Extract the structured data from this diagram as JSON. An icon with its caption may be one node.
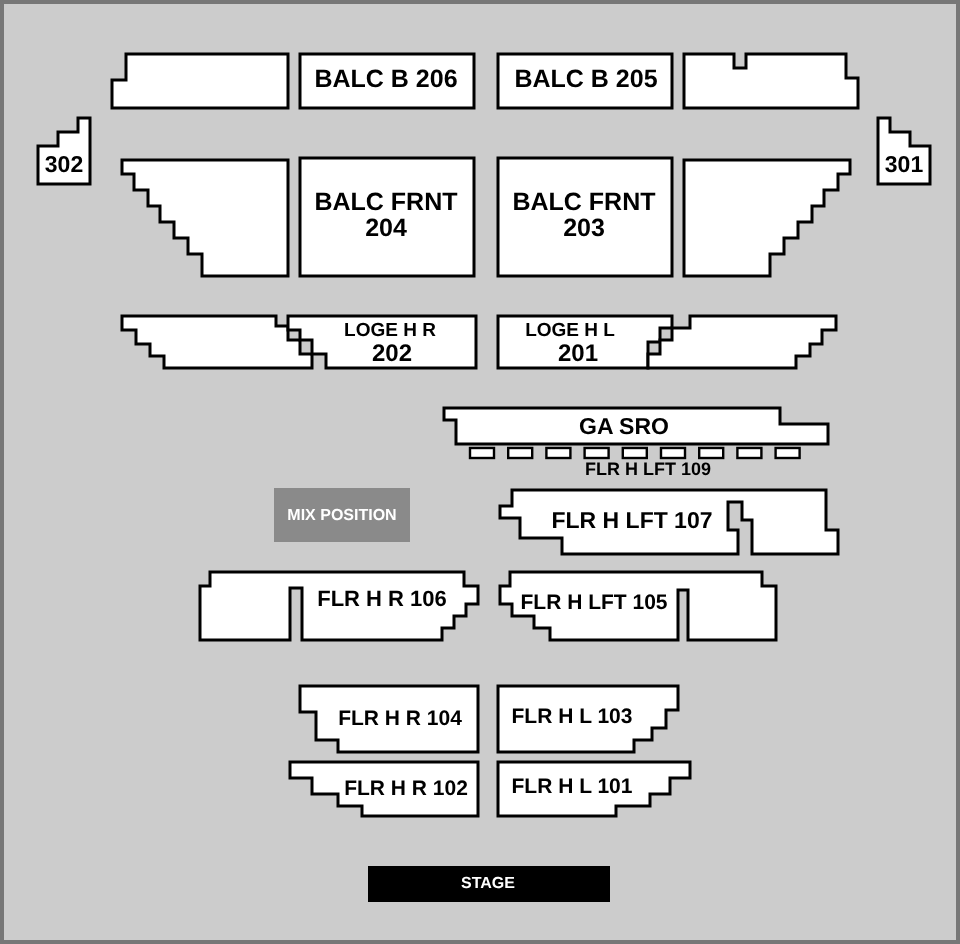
{
  "diagram": {
    "nodes": [
      {
        "text": [],
        "shape": "box"
      },
      {
        "text": [
          "BALC B 206"
        ]
      },
      {
        "text": [
          "BALC B 205"
        ]
      },
      {
        "text": [],
        "shape": "box"
      },
      {
        "text": [
          "302"
        ]
      },
      {
        "text": [
          "301"
        ]
      },
      {
        "text": [],
        "shape": "box"
      },
      {
        "text": [
          "BALC FRNT 204"
        ]
      },
      {
        "text": [
          "BALC FRNT 203"
        ]
      },
      {
        "text": [],
        "shape": "box"
      },
      {
        "text": [],
        "shape": "box"
      },
      {
        "text": [
          "LOGE H R",
          "202"
        ]
      },
      {
        "text": [
          "LOGE H L",
          "201"
        ]
      },
      {
        "text": [],
        "shape": "box"
      },
      {
        "text": [
          "GA SRO"
        ]
      },
      {
        "text": [
          "FLR H LFT 109"
        ]
      },
      {
        "text": [
          "MIX POSITION"
        ]
      },
      {
        "text": [
          "FLR H LFT 107"
        ]
      },
      {
        "text": [
          "FLR H R 106"
        ]
      },
      {
        "text": [
          "FLR H LFT 105"
        ]
      },
      {
        "text": [
          "FLR H R 104"
        ]
      },
      {
        "text": [
          "FLR H L 103"
        ]
      },
      {
        "text": [
          "FLR H R 102"
        ]
      },
      {
        "text": [
          "FLR H L 101"
        ]
      },
      {
        "text": [
          "STAGE"
        ]
      }
    ],
    "edges": []
  }
}
